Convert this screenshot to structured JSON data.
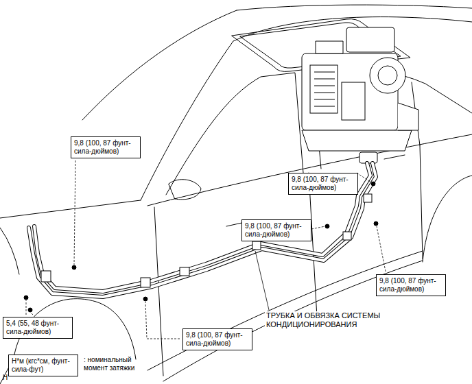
{
  "diagram": {
    "nodes": [
      {
        "text": [
          "9,8 (100, 87 фунт-сила-дюймов)"
        ]
      },
      {
        "text": [
          "9,8 (100, 87 фунт-сила-дюймов)"
        ]
      },
      {
        "text": [
          "9,8 (100, 87 фунт-сила-дюймов)"
        ]
      },
      {
        "text": [
          "9,8 (100, 87 фунт-сила-дюймов)"
        ]
      },
      {
        "text": [
          "5,4 (55, 48 фунт-сила-дюймов)"
        ]
      },
      {
        "text": [
          "9,8 (100, 87 фунт-сила-дюймов)"
        ]
      },
      {
        "text": [
          "Н*м (кгс*см, фунт-сила-фут)"
        ]
      }
    ],
    "labels": [
      "ТРУБКА И ОБВЯЗКА СИСТЕМЫ КОНДИЦИОНИРОВАНИЯ",
      ": номинальный момент затяжки",
      "H"
    ]
  }
}
